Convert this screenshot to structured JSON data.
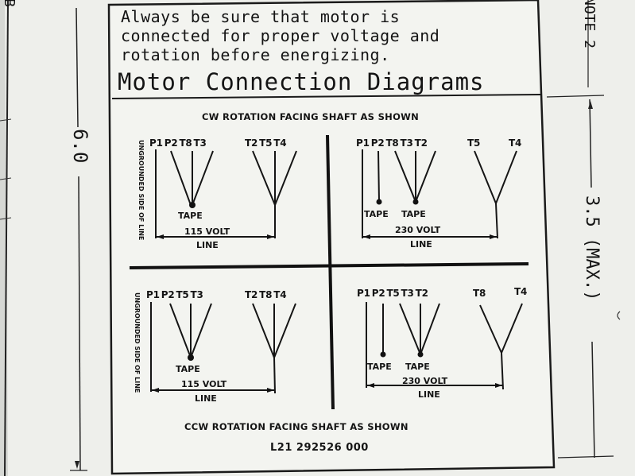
{
  "note": {
    "line1": "Always be sure that motor is",
    "line2": "connected for proper voltage and",
    "line3": "rotation before energizing."
  },
  "title": "Motor Connection Diagrams",
  "cw_caption": "CW ROTATION FACING SHAFT AS SHOWN",
  "ccw_caption": "CCW ROTATION FACING SHAFT AS SHOWN",
  "part_number": "L21 292526 000",
  "side_label": "UNGROUNDED SIDE OF LINE",
  "quadrants": {
    "top_left": {
      "terminals_left": "P1 P2 T8 T3",
      "terminals_right": "T2 T5 T4",
      "tape": "TAPE",
      "voltage": "115 VOLT",
      "line": "LINE"
    },
    "top_right": {
      "terminals_left": "P1 P2 T8 T3 T2",
      "terminals_right_a": "T5",
      "terminals_right_b": "T4",
      "tape_a": "TAPE",
      "tape_b": "TAPE",
      "voltage": "230 VOLT",
      "line": "LINE"
    },
    "bottom_left": {
      "terminals_left": "P1 P2 T5 T3",
      "terminals_right": "T2 T8 T4",
      "tape": "TAPE",
      "voltage": "115 VOLT",
      "line": "LINE"
    },
    "bottom_right": {
      "terminals_left": "P1 P2 T5 T3 T2",
      "terminals_right_a": "T8",
      "terminals_right_b": "T4",
      "tape_a": "TAPE",
      "tape_b": "TAPE",
      "voltage": "230 VOLT",
      "line": "LINE"
    }
  },
  "dimensions": {
    "height": "6.0",
    "depth": "3.5 (MAX.)",
    "note_ref": "NOTE 2"
  },
  "colors": {
    "paper": "#f3f4f0",
    "ink": "#141414"
  }
}
